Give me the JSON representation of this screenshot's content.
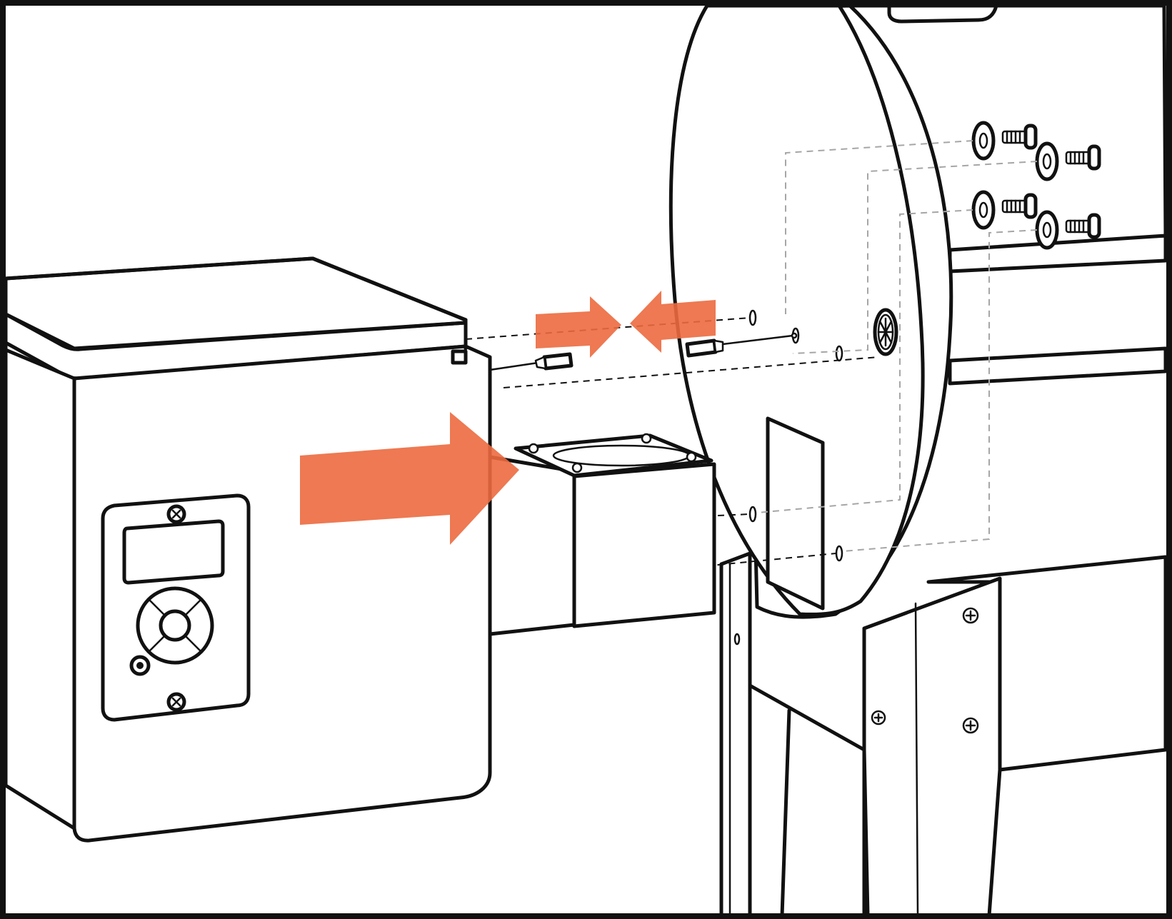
{
  "figure": {
    "kind": "assembly-instruction-illustration",
    "colors": {
      "line": "#111111",
      "background": "#ffffff",
      "arrow": "#ec6a3f",
      "guide": "#a6a6a6"
    },
    "parts": [
      "hopper-box",
      "controller-panel",
      "auger-housing",
      "grill-barrel-end",
      "wire-connector",
      "screws-and-washers",
      "grill-legs"
    ],
    "arrows": [
      {
        "name": "slide-hopper-arrow",
        "direction": "right"
      },
      {
        "name": "connect-left-arrow",
        "direction": "right"
      },
      {
        "name": "connect-right-arrow",
        "direction": "left"
      }
    ],
    "icons": [
      "screw-icon",
      "washer-icon",
      "connector-plug-icon",
      "dial-button-icon"
    ]
  }
}
